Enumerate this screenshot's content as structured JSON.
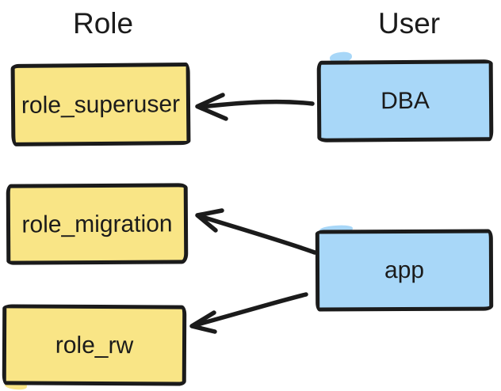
{
  "diagram": {
    "headers": {
      "role": "Role",
      "user": "User"
    },
    "nodes": [
      {
        "id": "role_superuser",
        "label": "role_superuser",
        "type": "role"
      },
      {
        "id": "role_migration",
        "label": "role_migration",
        "type": "role"
      },
      {
        "id": "role_rw",
        "label": "role_rw",
        "type": "role"
      },
      {
        "id": "DBA",
        "label": "DBA",
        "type": "user"
      },
      {
        "id": "app",
        "label": "app",
        "type": "user"
      }
    ],
    "edges": [
      {
        "from": "DBA",
        "to": "role_superuser"
      },
      {
        "from": "app",
        "to": "role_migration"
      },
      {
        "from": "app",
        "to": "role_rw"
      }
    ],
    "colors": {
      "role_fill": "#F9E586",
      "user_fill": "#A8D7F8",
      "stroke": "#1B1B1B",
      "background": "#FFFFFF",
      "text": "#1B1B1B"
    }
  }
}
